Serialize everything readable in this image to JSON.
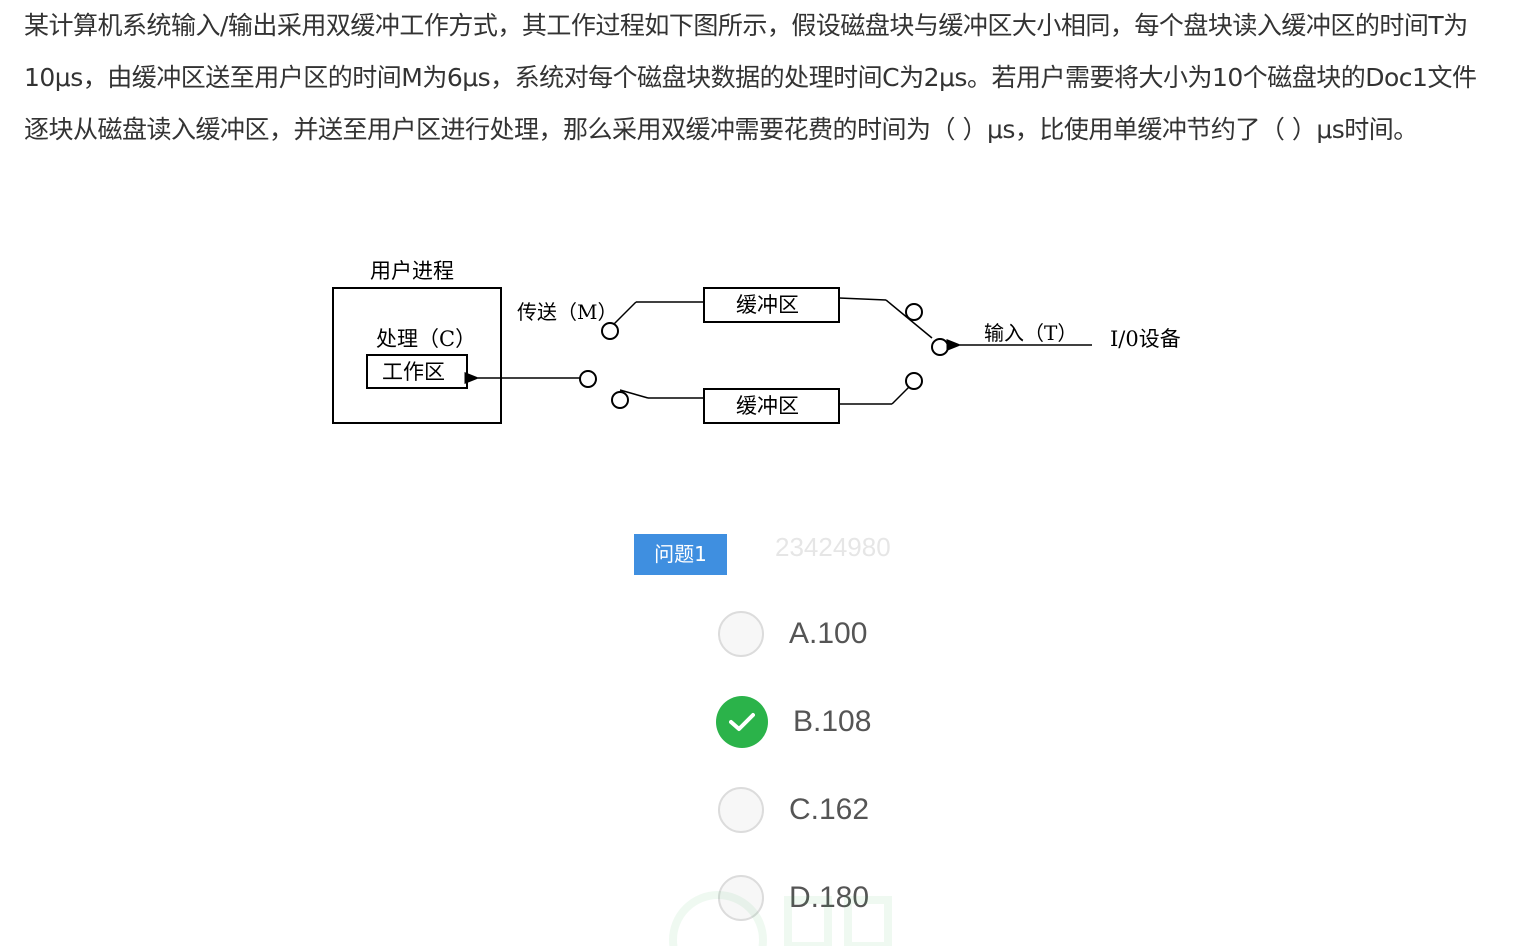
{
  "question": {
    "text": "某计算机系统输入/输出采用双缓冲工作方式，其工作过程如下图所示，假设磁盘块与缓冲区大小相同，每个盘块读入缓冲区的时间T为10μs，由缓冲区送至用户区的时间M为6μs，系统对每个磁盘块数据的处理时间C为2μs。若用户需要将大小为10个磁盘块的Doc1文件逐块从磁盘读入缓冲区，并送至用户区进行处理，那么采用双缓冲需要花费的时间为（ ）μs，比使用单缓冲节约了（ ）μs时间。"
  },
  "diagram": {
    "user_process_label": "用户进程",
    "process_label": "处理（C）",
    "work_area_label": "工作区",
    "transfer_label": "传送（M）",
    "buffer1_label": "缓冲区",
    "buffer2_label": "缓冲区",
    "input_label": "输入（T）",
    "device_label": "I/0设备"
  },
  "watermark": "23424980",
  "quiz": {
    "badge": "问题1",
    "options": [
      {
        "label": "A.100",
        "selected": false
      },
      {
        "label": "B.108",
        "selected": true
      },
      {
        "label": "C.162",
        "selected": false
      },
      {
        "label": "D.180",
        "selected": false
      }
    ]
  },
  "colors": {
    "badge_bg": "#3f8fe0",
    "selected": "#2bb34a",
    "text": "#333333"
  }
}
